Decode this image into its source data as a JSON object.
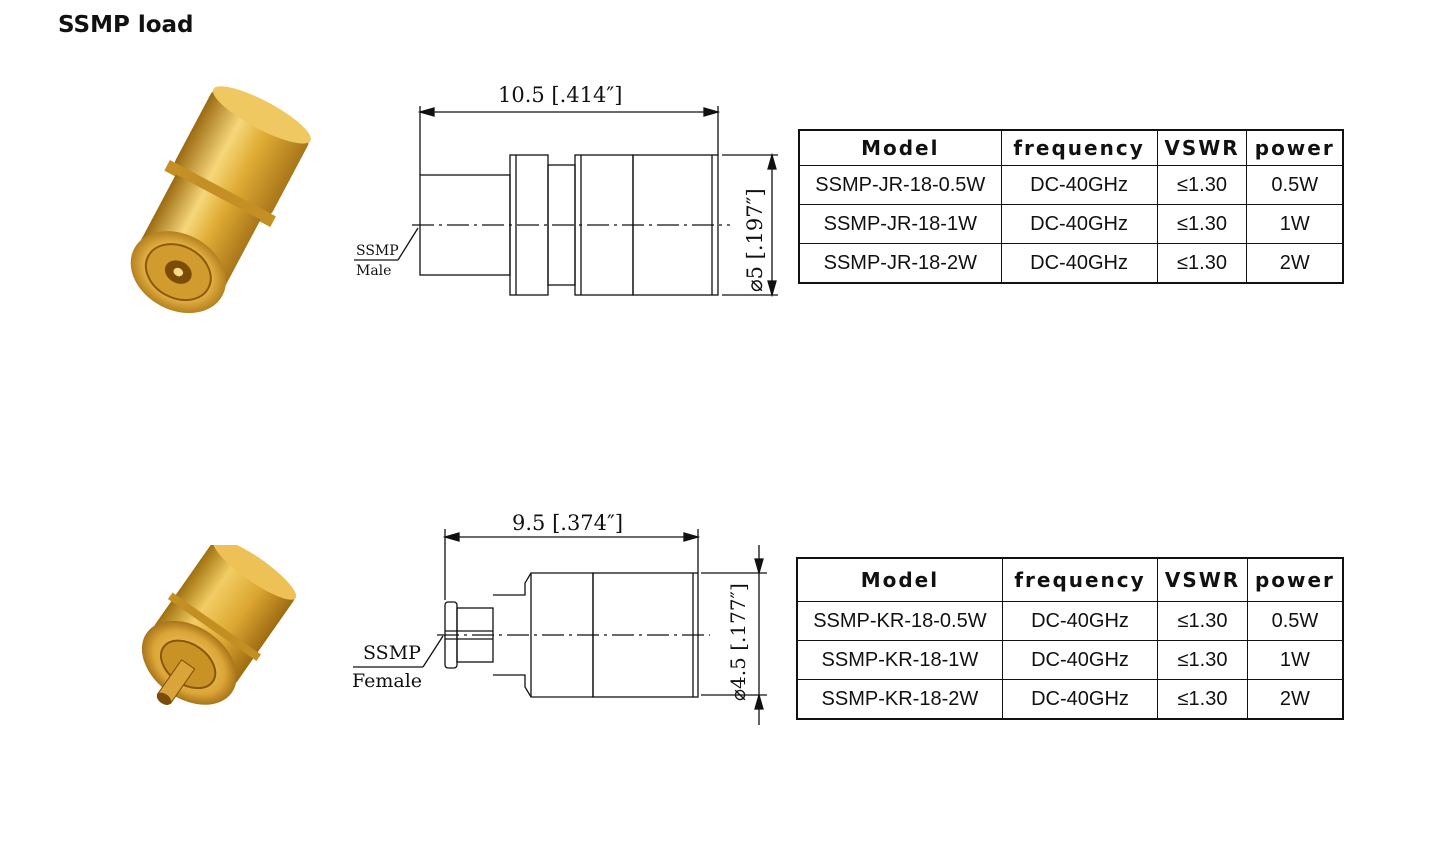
{
  "page": {
    "title": "SSMP load"
  },
  "products": [
    {
      "drawing": {
        "length_dim": "10.5 [.414″]",
        "diameter_dim": "⌀5 [.197″]",
        "label_line1": "SSMP",
        "label_line2": "Male"
      },
      "table": {
        "headers": [
          "Model",
          "frequency",
          "VSWR",
          "power"
        ],
        "rows": [
          [
            "SSMP-JR-18-0.5W",
            "DC-40GHz",
            "≤1.30",
            "0.5W"
          ],
          [
            "SSMP-JR-18-1W",
            "DC-40GHz",
            "≤1.30",
            "1W"
          ],
          [
            "SSMP-JR-18-2W",
            "DC-40GHz",
            "≤1.30",
            "2W"
          ]
        ]
      }
    },
    {
      "drawing": {
        "length_dim": "9.5 [.374″]",
        "diameter_dim": "⌀4.5 [.177″]",
        "label_line1": "SSMP",
        "label_line2": "Female"
      },
      "table": {
        "headers": [
          "Model",
          "frequency",
          "VSWR",
          "power"
        ],
        "rows": [
          [
            "SSMP-KR-18-0.5W",
            "DC-40GHz",
            "≤1.30",
            "0.5W"
          ],
          [
            "SSMP-KR-18-1W",
            "DC-40GHz",
            "≤1.30",
            "1W"
          ],
          [
            "SSMP-KR-18-2W",
            "DC-40GHz",
            "≤1.30",
            "2W"
          ]
        ]
      }
    }
  ],
  "colors": {
    "gold_light": "#f3cf6a",
    "gold_mid": "#d9a52c",
    "gold_dark": "#9c6a10",
    "line": "#111111"
  }
}
